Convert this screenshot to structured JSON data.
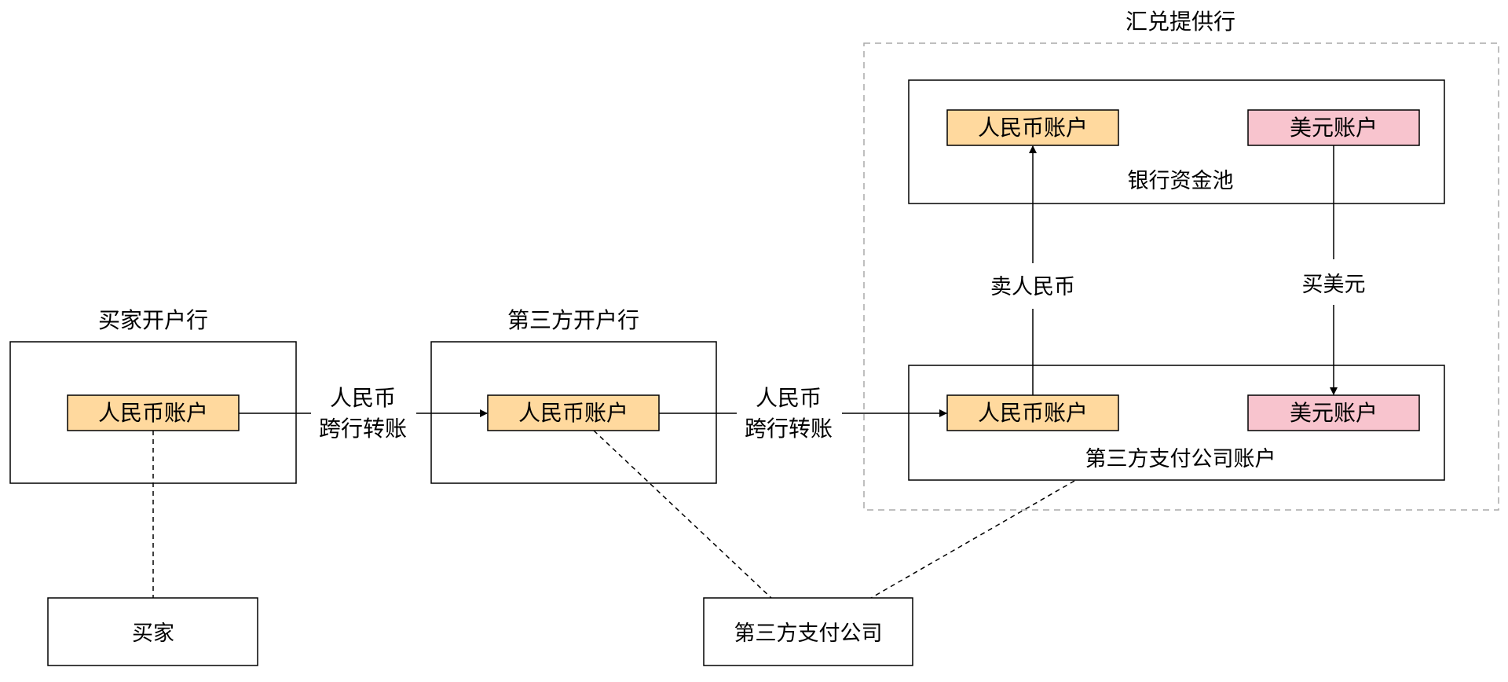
{
  "groups": {
    "fx_provider": "汇兑提供行",
    "bank_pool": "银行资金池",
    "third_party_account": "第三方支付公司账户",
    "buyer_bank": "买家开户行",
    "third_party_bank": "第三方开户行"
  },
  "accounts": {
    "pool_rmb": "人民币账户",
    "pool_usd": "美元账户",
    "tp_rmb": "人民币账户",
    "tp_usd": "美元账户",
    "buyer_rmb": "人民币账户",
    "tpbank_rmb": "人民币账户"
  },
  "entities": {
    "buyer": "买家",
    "third_party_company": "第三方支付公司"
  },
  "flows": {
    "transfer1_line1": "人民币",
    "transfer1_line2": "跨行转账",
    "transfer2_line1": "人民币",
    "transfer2_line2": "跨行转账",
    "sell_rmb": "卖人民币",
    "buy_usd": "买美元"
  },
  "colors": {
    "rmb_fill": "#FFD99E",
    "usd_fill": "#F8C4CE",
    "stroke": "#000000",
    "dashed_group": "#AAAAAA"
  }
}
